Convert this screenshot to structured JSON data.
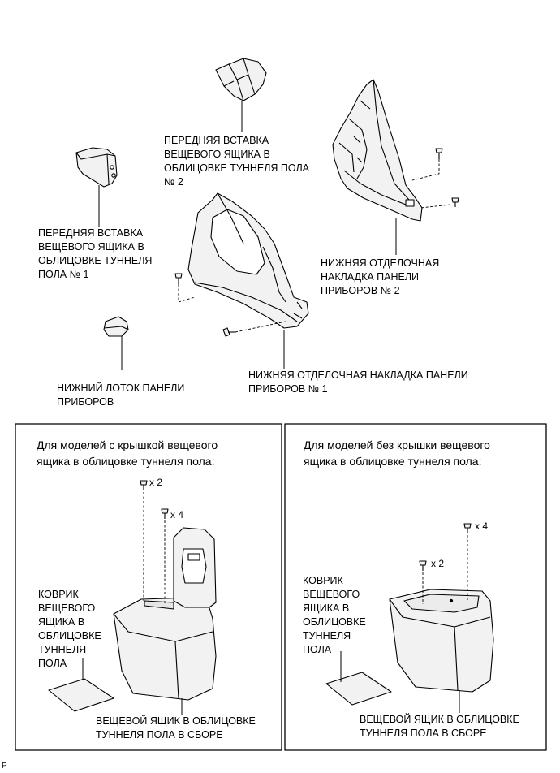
{
  "labels": {
    "front_insert_no2": "ПЕРЕДНЯЯ ВСТАВКА\nВЕЩЕВОГО ЯЩИКА В\nОБЛИЦОВКЕ ТУННЕЛЯ ПОЛА\n№ 2",
    "front_insert_no1": "ПЕРЕДНЯЯ ВСТАВКА\nВЕЩЕВОГО ЯЩИКА В\nОБЛИЦОВКЕ ТУННЕЛЯ\nПОЛА № 1",
    "lower_trim_no2": "НИЖНЯЯ ОТДЕЛОЧНАЯ\nНАКЛАДКА ПАНЕЛИ\nПРИБОРОВ № 2",
    "lower_tray": "НИЖНИЙ ЛОТОК ПАНЕЛИ\nПРИБОРОВ",
    "lower_trim_no1": "НИЖНЯЯ ОТДЕЛОЧНАЯ НАКЛАДКА ПАНЕЛИ\nПРИБОРОВ № 1"
  },
  "box_left": {
    "title": "Для моделей с крышкой вещевого\nящика в облицовке туннеля пола:",
    "qty_a": "x 2",
    "qty_b": "x 4",
    "mat_label": "КОВРИК\nВЕЩЕВОГО\nЯЩИКА В\nОБЛИЦОВКЕ\nТУННЕЛЯ\nПОЛА",
    "assembly_label": "ВЕЩЕВОЙ ЯЩИК В ОБЛИЦОВКЕ\nТУННЕЛЯ ПОЛА В СБОРЕ"
  },
  "box_right": {
    "title": "Для моделей без крышки вещевого\nящика в облицовке туннеля пола:",
    "qty_a": "x 4",
    "qty_b": "x 2",
    "mat_label": "КОВРИК\nВЕЩЕВОГО\nЯЩИКА В\nОБЛИЦОВКЕ\nТУННЕЛЯ\nПОЛА",
    "assembly_label": "ВЕЩЕВОЙ ЯЩИК В ОБЛИЦОВКЕ\nТУННЕЛЯ ПОЛА В СБОРЕ"
  },
  "corner_mark": "P"
}
